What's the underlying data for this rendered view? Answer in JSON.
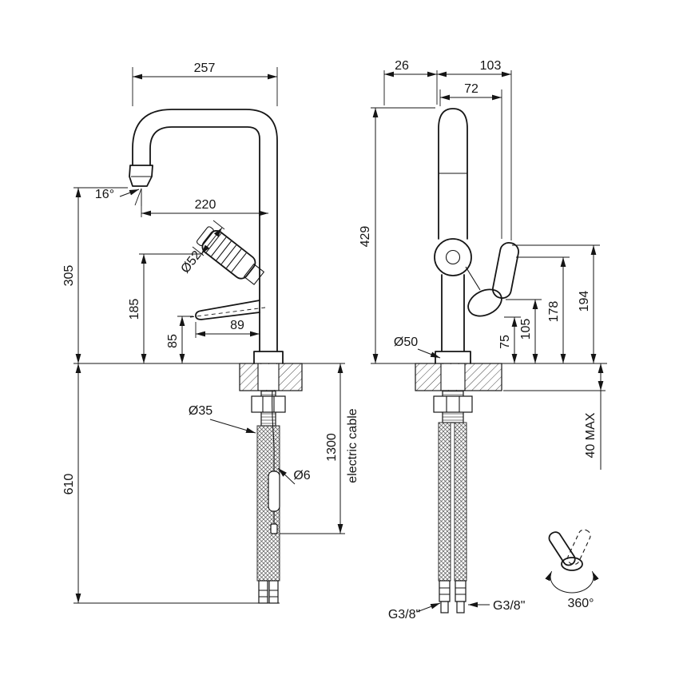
{
  "drawing_title": "Kitchen mixer tap dimensional drawing",
  "side": {
    "w257": "257",
    "a16": "16°",
    "w220": "220",
    "h305": "305",
    "d52": "Ø52",
    "h185": "185",
    "h85": "85",
    "w89": "89",
    "d35": "Ø35",
    "h610": "610",
    "d6": "Ø6",
    "l1300": "1300",
    "cable": "electric cable"
  },
  "front": {
    "w26": "26",
    "w103": "103",
    "w72": "72",
    "h429": "429",
    "d50": "Ø50",
    "h75": "75",
    "h105": "105",
    "h178": "178",
    "h194": "194",
    "t40": "40 MAX",
    "g_left": "G3/8\"",
    "g_right": "G3/8\"",
    "rot360": "360°"
  }
}
